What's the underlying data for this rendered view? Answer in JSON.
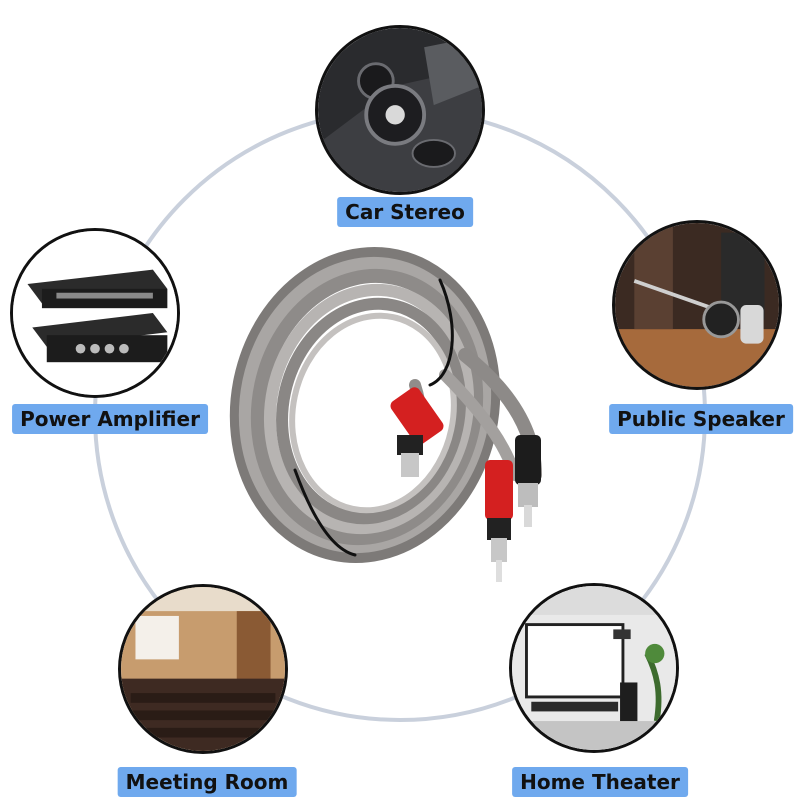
{
  "colors": {
    "ring": "#c9d0dc",
    "label_bg": "#6fa9ee",
    "label_text": "#111111",
    "cable": "#8d8a88",
    "plug_red": "#d42020",
    "plug_black": "#1c1c1c"
  },
  "applications": [
    {
      "id": "car-stereo",
      "label": "Car Stereo"
    },
    {
      "id": "power-amplifier",
      "label": "Power Amplifier"
    },
    {
      "id": "public-speaker",
      "label": "Public Speaker"
    },
    {
      "id": "meeting-room",
      "label": "Meeting Room"
    },
    {
      "id": "home-theater",
      "label": "Home Theater"
    }
  ]
}
